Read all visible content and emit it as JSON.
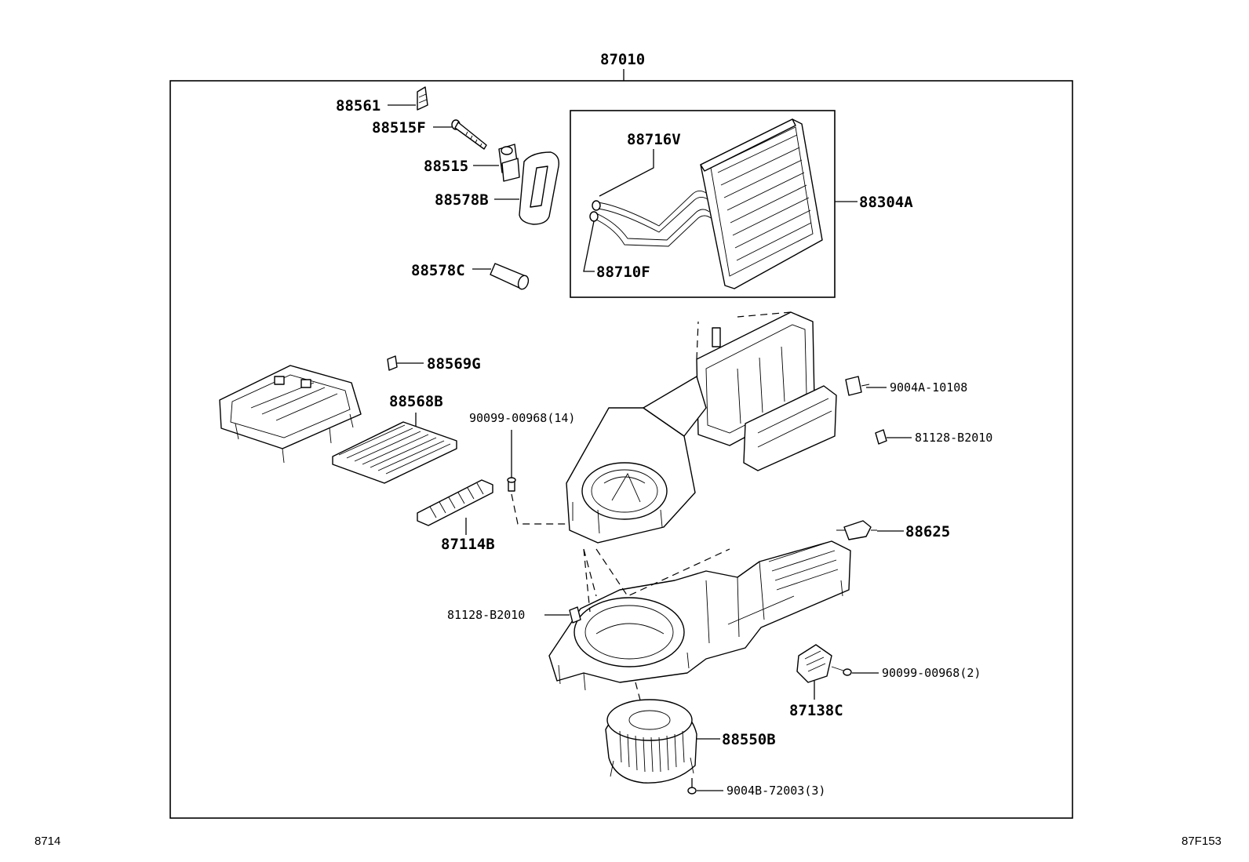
{
  "diagram": {
    "assembly_label": "87010",
    "corner_left": "8714",
    "corner_right": "87F153",
    "labels": {
      "p88561": "88561",
      "p88515F": "88515F",
      "p88515": "88515",
      "p88578B": "88578B",
      "p88578C": "88578C",
      "p88716V": "88716V",
      "p88710F": "88710F",
      "p88304A": "88304A",
      "p88569G": "88569G",
      "p88568B": "88568B",
      "p87114B": "87114B",
      "p90099_14": "90099-00968(14)",
      "p9004A": "9004A-10108",
      "p81128_top": "81128-B2010",
      "p88625": "88625",
      "p81128_left": "81128-B2010",
      "p90099_2": "90099-00968(2)",
      "p87138C": "87138C",
      "p88550B": "88550B",
      "p9004B": "9004B-72003(3)"
    }
  }
}
